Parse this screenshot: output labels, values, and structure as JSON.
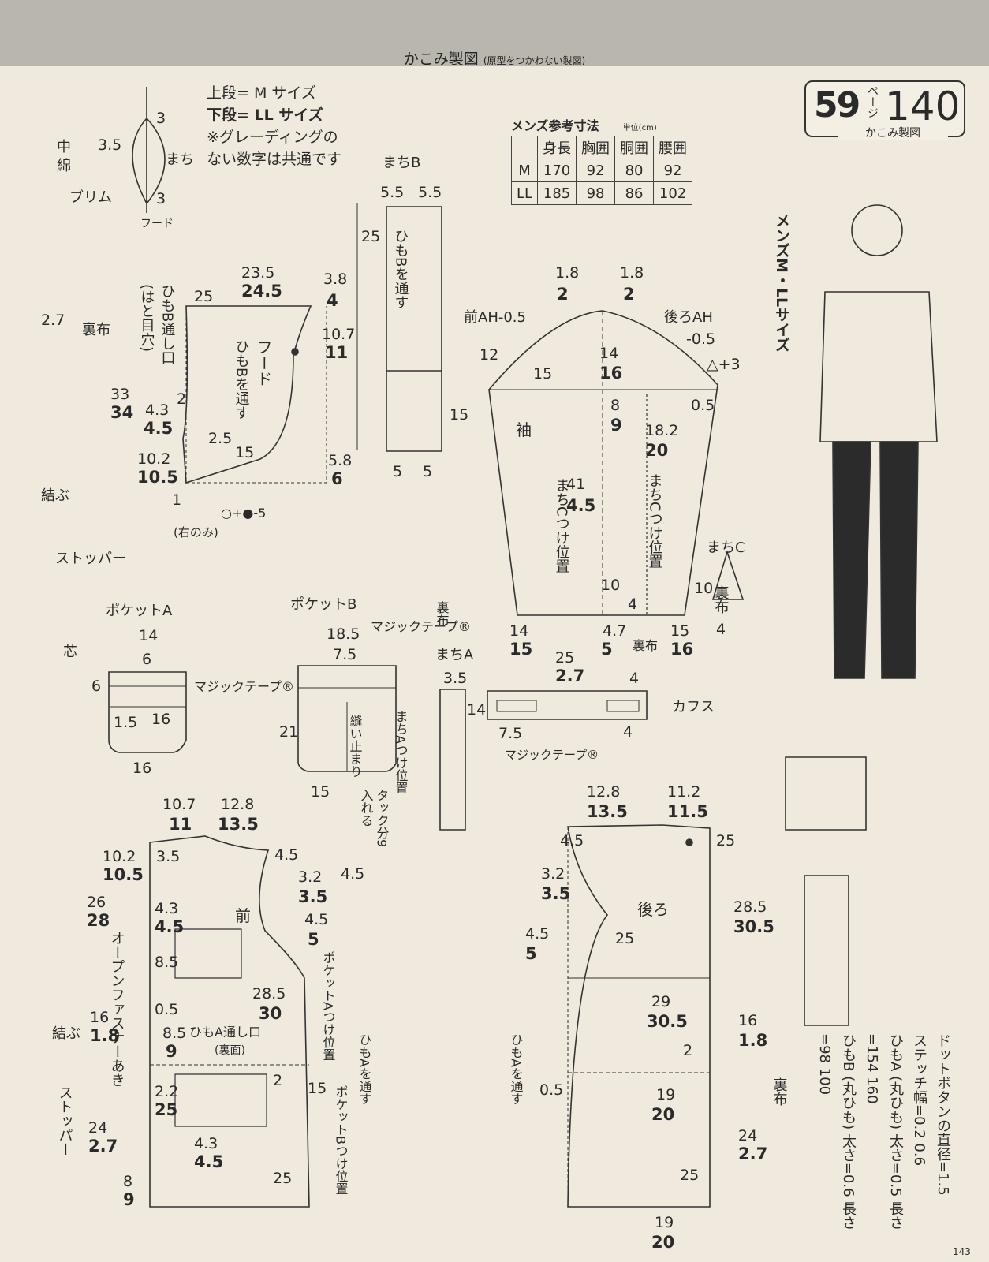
{
  "header": {
    "title": "かこみ製図",
    "subtitle": "(原型をつかわない製図)"
  },
  "badge": {
    "page": "59",
    "page_suffix": "ページ",
    "number": "140",
    "caption": "かこみ製図"
  },
  "legend": {
    "line1": "上段= M サイズ",
    "line2": "下段= LL サイズ",
    "line3": "※グレーディングの",
    "line4": "ない数字は共通です"
  },
  "size_table": {
    "caption": "メンズ参考寸法",
    "unit": "単位(cm)",
    "headers": [
      "",
      "身長",
      "胸囲",
      "胴囲",
      "腰囲"
    ],
    "rows": [
      [
        "M",
        "170",
        "92",
        "80",
        "92"
      ],
      [
        "LL",
        "185",
        "98",
        "86",
        "102"
      ]
    ]
  },
  "model_caption": "メンズM・LLサイズ",
  "notes": {
    "line1": "ドットボタンの直径=1.5",
    "line2": "ステッチ幅=0.2 0.6",
    "line3": "ひもA (丸ひも) 太さ=0.5 長さ=154 160",
    "line4": "ひもB (丸ひも) 太さ=0.6 長さ=98 100"
  },
  "page_number": "143",
  "labels": {
    "brim": "ブリム",
    "machi": "まち",
    "hood_small": "フード",
    "center": "中",
    "wata": "綿",
    "machi_b": "まちB",
    "himo_b_tosu": "ひもBを通す",
    "hood": "フード",
    "himo_b_tosu2": "ひもBを通す",
    "himo_b_tooshiguchi": "ひもB通し口",
    "hatome": "(はと目穴)",
    "urafu": "裏布",
    "musubu": "結ぶ",
    "stopper": "ストッパー",
    "migi_nomi": "(右のみ)",
    "mae_ah": "前AH-0.5",
    "ushiro_ah": "後ろAH",
    "sode": "袖",
    "machi_c_pos": "まちCつけ位置",
    "machi_c": "まちC",
    "pocket_a": "ポケットA",
    "pocket_b": "ポケットB",
    "magic_tape": "マジックテープ®",
    "magic_tape_short": "マジックテープ®",
    "hana": "芯",
    "nuidome": "縫い止まり",
    "machi_a_pos": "まちAつけ位置",
    "machi_a": "まちA",
    "tuck": "タック分9",
    "ireru": "入れる",
    "cuffs": "カフス",
    "mae": "前",
    "ushiro": "後ろ",
    "open_fastener": "オープンファスナーあき",
    "himo_a_tooshiguchi": "ひもA通し口",
    "urame": "(裏面)",
    "pocket_a_pos": "ポケットAつけ位置",
    "pocket_b_pos": "ポケットBつけ位置",
    "himo_a_tosu": "ひもAを通す"
  },
  "dims": {
    "d3": "3",
    "d35": "3.5",
    "d25": "25",
    "d55": "5.5",
    "d235": "23.5",
    "d245": "24.5",
    "d38": "3.8",
    "d4": "4",
    "d107": "10.7",
    "d11": "11",
    "d27": "2.7",
    "d33": "33",
    "d34": "34",
    "d43": "4.3",
    "d45": "4.5",
    "d2": "2",
    "d25b": "2.5",
    "d15": "15",
    "d102": "10.2",
    "d105": "10.5",
    "d58": "5.8",
    "d6": "6",
    "d1": "1",
    "d5": "5",
    "d15b": "1.5",
    "d_plus5": "○+●-5",
    "d18": "1.8",
    "d12": "12",
    "d14": "14",
    "d16": "16",
    "d8": "8",
    "d9": "9",
    "d05": "0.5",
    "d182": "18.2",
    "d20": "20",
    "d41": "41",
    "d10": "10",
    "d47": "4.7",
    "d185": "18.5",
    "d75": "7.5",
    "d21": "21",
    "d128": "12.8",
    "d135": "13.5",
    "d112": "11.2",
    "d115": "11.5",
    "d285": "28.5",
    "d305": "30.5",
    "d32": "3.2",
    "d29": "29",
    "d30": "30",
    "d85": "8.5",
    "d22": "2.2",
    "d24": "24",
    "d26": "26",
    "d28": "28",
    "d19": "19",
    "d13": "3",
    "d3plus": "△+3",
    "dm05": "-0.5"
  }
}
